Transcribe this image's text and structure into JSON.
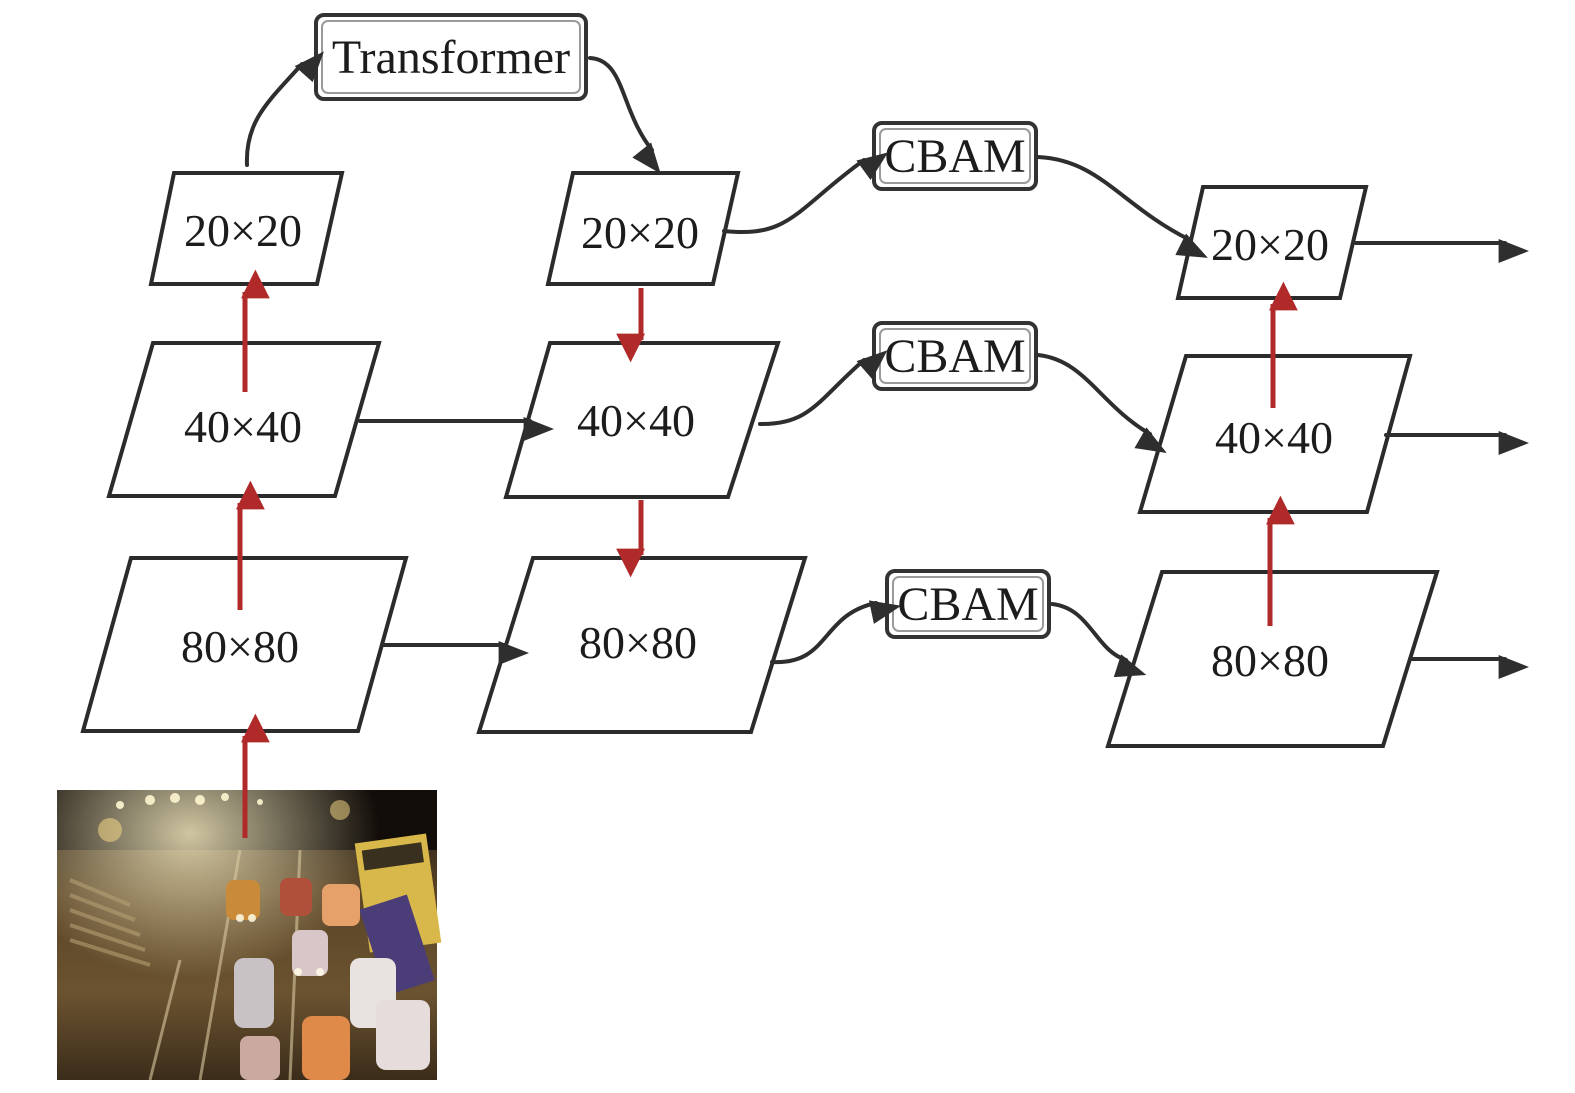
{
  "transformer": {
    "label": "Transformer"
  },
  "cbam": {
    "top": "CBAM",
    "middle": "CBAM",
    "bottom": "CBAM"
  },
  "backbone": {
    "p3": "80×80",
    "p4": "40×40",
    "p5": "20×20"
  },
  "neck": {
    "p3": "80×80",
    "p4": "40×40",
    "p5": "20×20"
  },
  "head": {
    "p3": "80×80",
    "p4": "40×40",
    "p5": "20×20"
  },
  "colors": {
    "stroke": "#2b2b2b",
    "arrow_dark": "#2e2e2e",
    "arrow_red": "#b02a2a"
  },
  "input_image": {
    "subject": "night traffic intersection photo"
  }
}
